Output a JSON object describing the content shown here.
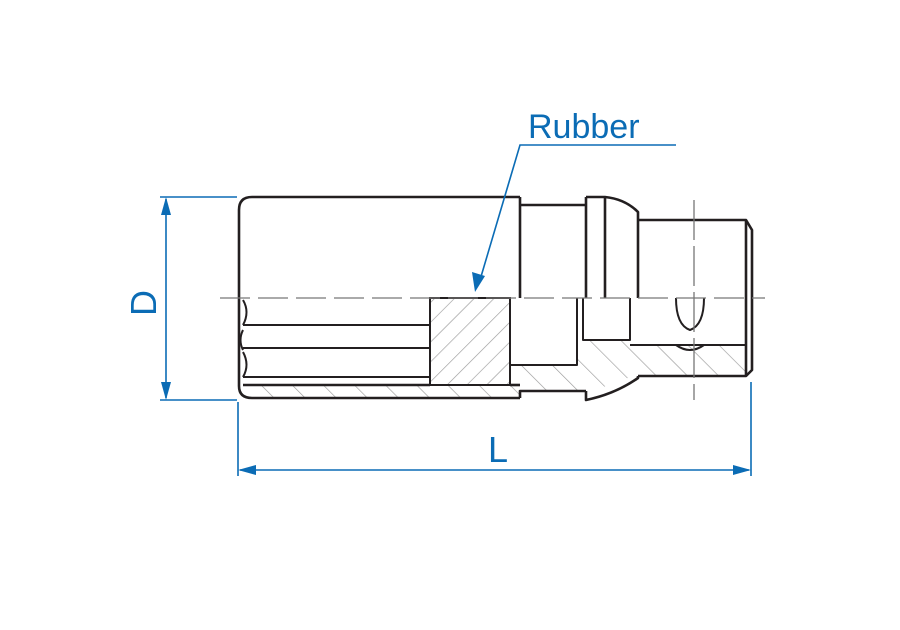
{
  "labels": {
    "rubber": "Rubber",
    "diameter": "D",
    "length": "L"
  },
  "colors": {
    "dimension": "#0b6cb5",
    "outline": "#231f20",
    "hatch": "#9a9a9a"
  }
}
